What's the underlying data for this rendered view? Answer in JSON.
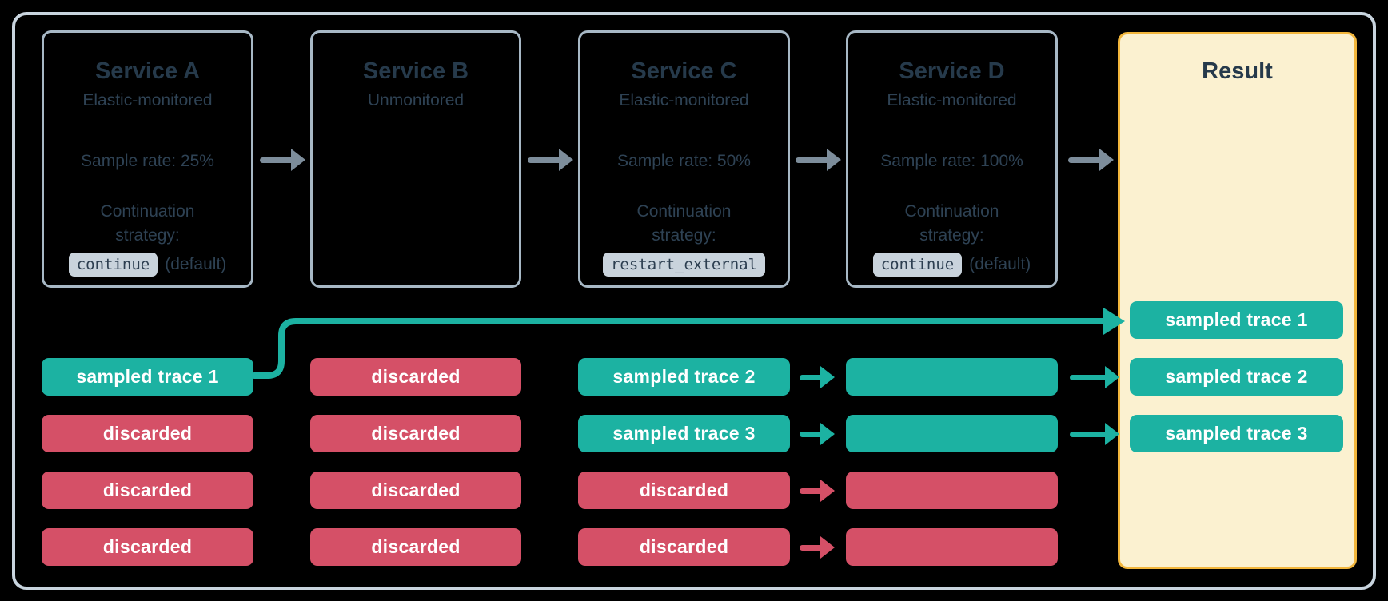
{
  "services": [
    {
      "title": "Service A",
      "monitoring": "Elastic-monitored",
      "sample_rate": "Sample rate: 25%",
      "continuation_label_1": "Continuation",
      "continuation_label_2": "strategy:",
      "strategy_code": "continue",
      "strategy_suffix": "(default)"
    },
    {
      "title": "Service B",
      "monitoring": "Unmonitored"
    },
    {
      "title": "Service C",
      "monitoring": "Elastic-monitored",
      "sample_rate": "Sample rate: 50%",
      "continuation_label_1": "Continuation",
      "continuation_label_2": "strategy:",
      "strategy_code": "restart_external"
    },
    {
      "title": "Service D",
      "monitoring": "Elastic-monitored",
      "sample_rate": "Sample rate: 100%",
      "continuation_label_1": "Continuation",
      "continuation_label_2": "strategy:",
      "strategy_code": "continue",
      "strategy_suffix": "(default)"
    }
  ],
  "result": {
    "title": "Result",
    "pills": [
      {
        "label": "sampled trace 1",
        "status": "sampled"
      },
      {
        "label": "sampled trace 2",
        "status": "sampled"
      },
      {
        "label": "sampled trace 3",
        "status": "sampled"
      }
    ]
  },
  "trace_columns": [
    {
      "service": "Service A",
      "pills": [
        {
          "label": "sampled trace 1",
          "status": "sampled"
        },
        {
          "label": "discarded",
          "status": "discarded"
        },
        {
          "label": "discarded",
          "status": "discarded"
        },
        {
          "label": "discarded",
          "status": "discarded"
        }
      ]
    },
    {
      "service": "Service B",
      "pills": [
        {
          "label": "discarded",
          "status": "discarded"
        },
        {
          "label": "discarded",
          "status": "discarded"
        },
        {
          "label": "discarded",
          "status": "discarded"
        },
        {
          "label": "discarded",
          "status": "discarded"
        }
      ]
    },
    {
      "service": "Service C",
      "pills": [
        {
          "label": "sampled trace 2",
          "status": "sampled"
        },
        {
          "label": "sampled trace 3",
          "status": "sampled"
        },
        {
          "label": "discarded",
          "status": "discarded"
        },
        {
          "label": "discarded",
          "status": "discarded"
        }
      ]
    },
    {
      "service": "Service D",
      "pills": [
        {
          "label": "",
          "status": "sampled"
        },
        {
          "label": "",
          "status": "sampled"
        },
        {
          "label": "",
          "status": "discarded"
        },
        {
          "label": "",
          "status": "discarded"
        }
      ]
    }
  ],
  "connectors": {
    "c_to_d": [
      "sampled",
      "sampled",
      "discarded",
      "discarded"
    ],
    "d_to_result": [
      "sampled",
      "sampled"
    ],
    "a_to_result": "sampled"
  },
  "colors": {
    "sampled_teal": "#1CB2A2",
    "discarded_red": "#D55067",
    "result_fill": "#FBF1D0",
    "result_border": "#F2B63C",
    "service_box_border": "#A7B8C5",
    "outer_frame_border": "#C9D5DF",
    "flow_arrow_gray": "#7D8D9B",
    "text_dark_slate": "#2C3E50",
    "code_tag_bg": "#C9D3DC",
    "background": "#000000"
  }
}
